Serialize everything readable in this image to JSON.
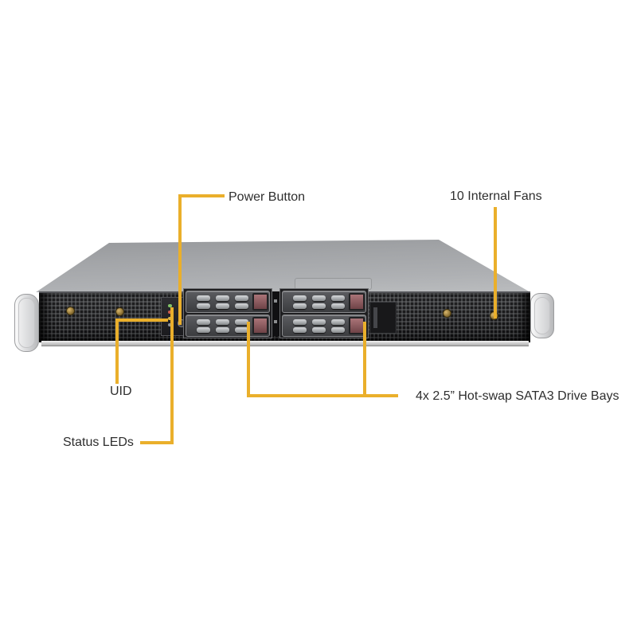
{
  "figure": {
    "type": "hardware-callout-diagram",
    "background": "#ffffff",
    "callout_color": "#eaaf2b",
    "text_color": "#2e2e2e",
    "chassis_top_color": "#aaacaf",
    "mesh_color": "#121214",
    "latch_color": "#8e5f63",
    "screw_color": "#8c7134"
  },
  "labels": {
    "power_button": "Power Button",
    "internal_fans": "10 Internal Fans",
    "uid": "UID",
    "status_leds": "Status LEDs",
    "drive_bays": "4x 2.5” Hot-swap SATA3 Drive Bays"
  }
}
